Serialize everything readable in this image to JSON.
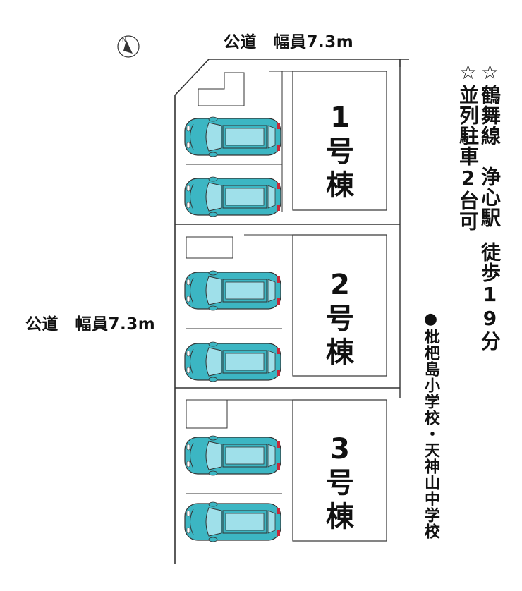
{
  "roads": {
    "top": "公道　幅員7.3m",
    "left": "公道　幅員7.3m"
  },
  "compass": {
    "label": "N",
    "icon": "north-arrow-icon"
  },
  "notes": {
    "station_line1": "☆鶴舞線　浄心駅",
    "station_line2": "徒歩19分",
    "parking": "☆並列駐車2台可",
    "schools": "●枇杷島小学校・天神山中学校"
  },
  "buildings": [
    {
      "number": "1",
      "suffix": "号",
      "suffix2": "棟"
    },
    {
      "number": "2",
      "suffix": "号",
      "suffix2": "棟"
    },
    {
      "number": "3",
      "suffix": "号",
      "suffix2": "棟"
    }
  ],
  "colors": {
    "car_body": "#3cb6c3",
    "car_window": "#9fe0ea",
    "car_tail_light": "#c8283a",
    "line": "#333333"
  }
}
